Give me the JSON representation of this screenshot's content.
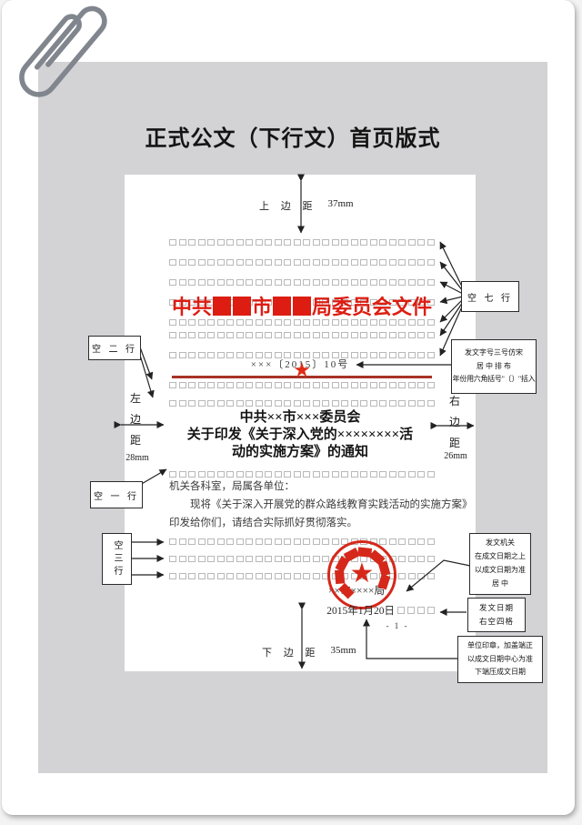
{
  "page_title": "正式公文（下行文）首页版式",
  "colors": {
    "masthead_red": "#dd1d12",
    "rule_red": "#a93226",
    "seal_red": "#d5281b",
    "photo_gray": "#d3d3d5"
  },
  "margins": {
    "top": {
      "label": "上 边 距",
      "value": "37mm"
    },
    "bottom": {
      "label": "下 边 距",
      "value": "35mm"
    },
    "left": {
      "label": "左边距",
      "value": "28mm"
    },
    "right": {
      "label": "右边距",
      "value": "26mm"
    }
  },
  "document": {
    "masthead": {
      "part1": "中共",
      "part2": "市",
      "part3": "局委员会文件"
    },
    "doc_number": "×××〔2015〕10号",
    "star": "★",
    "title_line1": "中共××市×××委员会",
    "title_line2": "关于印发《关于深入党的××××××××活",
    "title_line3": "动的实施方案》的通知",
    "salutation": "机关各科室，局属各单位：",
    "body_line1": "现将《关于深入开展党的群众路线教育实践活动的实施方案》",
    "body_line2": "印发给你们，请结合实际抓好贯彻落实。",
    "signer": "××市××××局",
    "date": "2015年1月20日",
    "page_number": "- 1 -"
  },
  "annotations": {
    "blank_seven": "空 七 行",
    "blank_two": "空 二 行",
    "blank_one": "空 一 行",
    "blank_three": "空三行",
    "docno_note_line1": "发文字号三号仿宋",
    "docno_note_line2": "居 中 排 布",
    "docno_note_line3": "年份用六角括号\"〔〕\"括入",
    "issuer_note_line1": "发文机关",
    "issuer_note_line2": "在成文日期之上",
    "issuer_note_line3": "以成文日期为准",
    "issuer_note_line4": "居  中",
    "date_note_line1": "发文日期",
    "date_note_line2": "右空四格",
    "seal_note_line1": "单位印章，加盖端正",
    "seal_note_line2": "以成文日期中心为准",
    "seal_note_line3": "下端压成文日期"
  },
  "grid": {
    "squares_per_row": 28,
    "date_squares": 4
  }
}
